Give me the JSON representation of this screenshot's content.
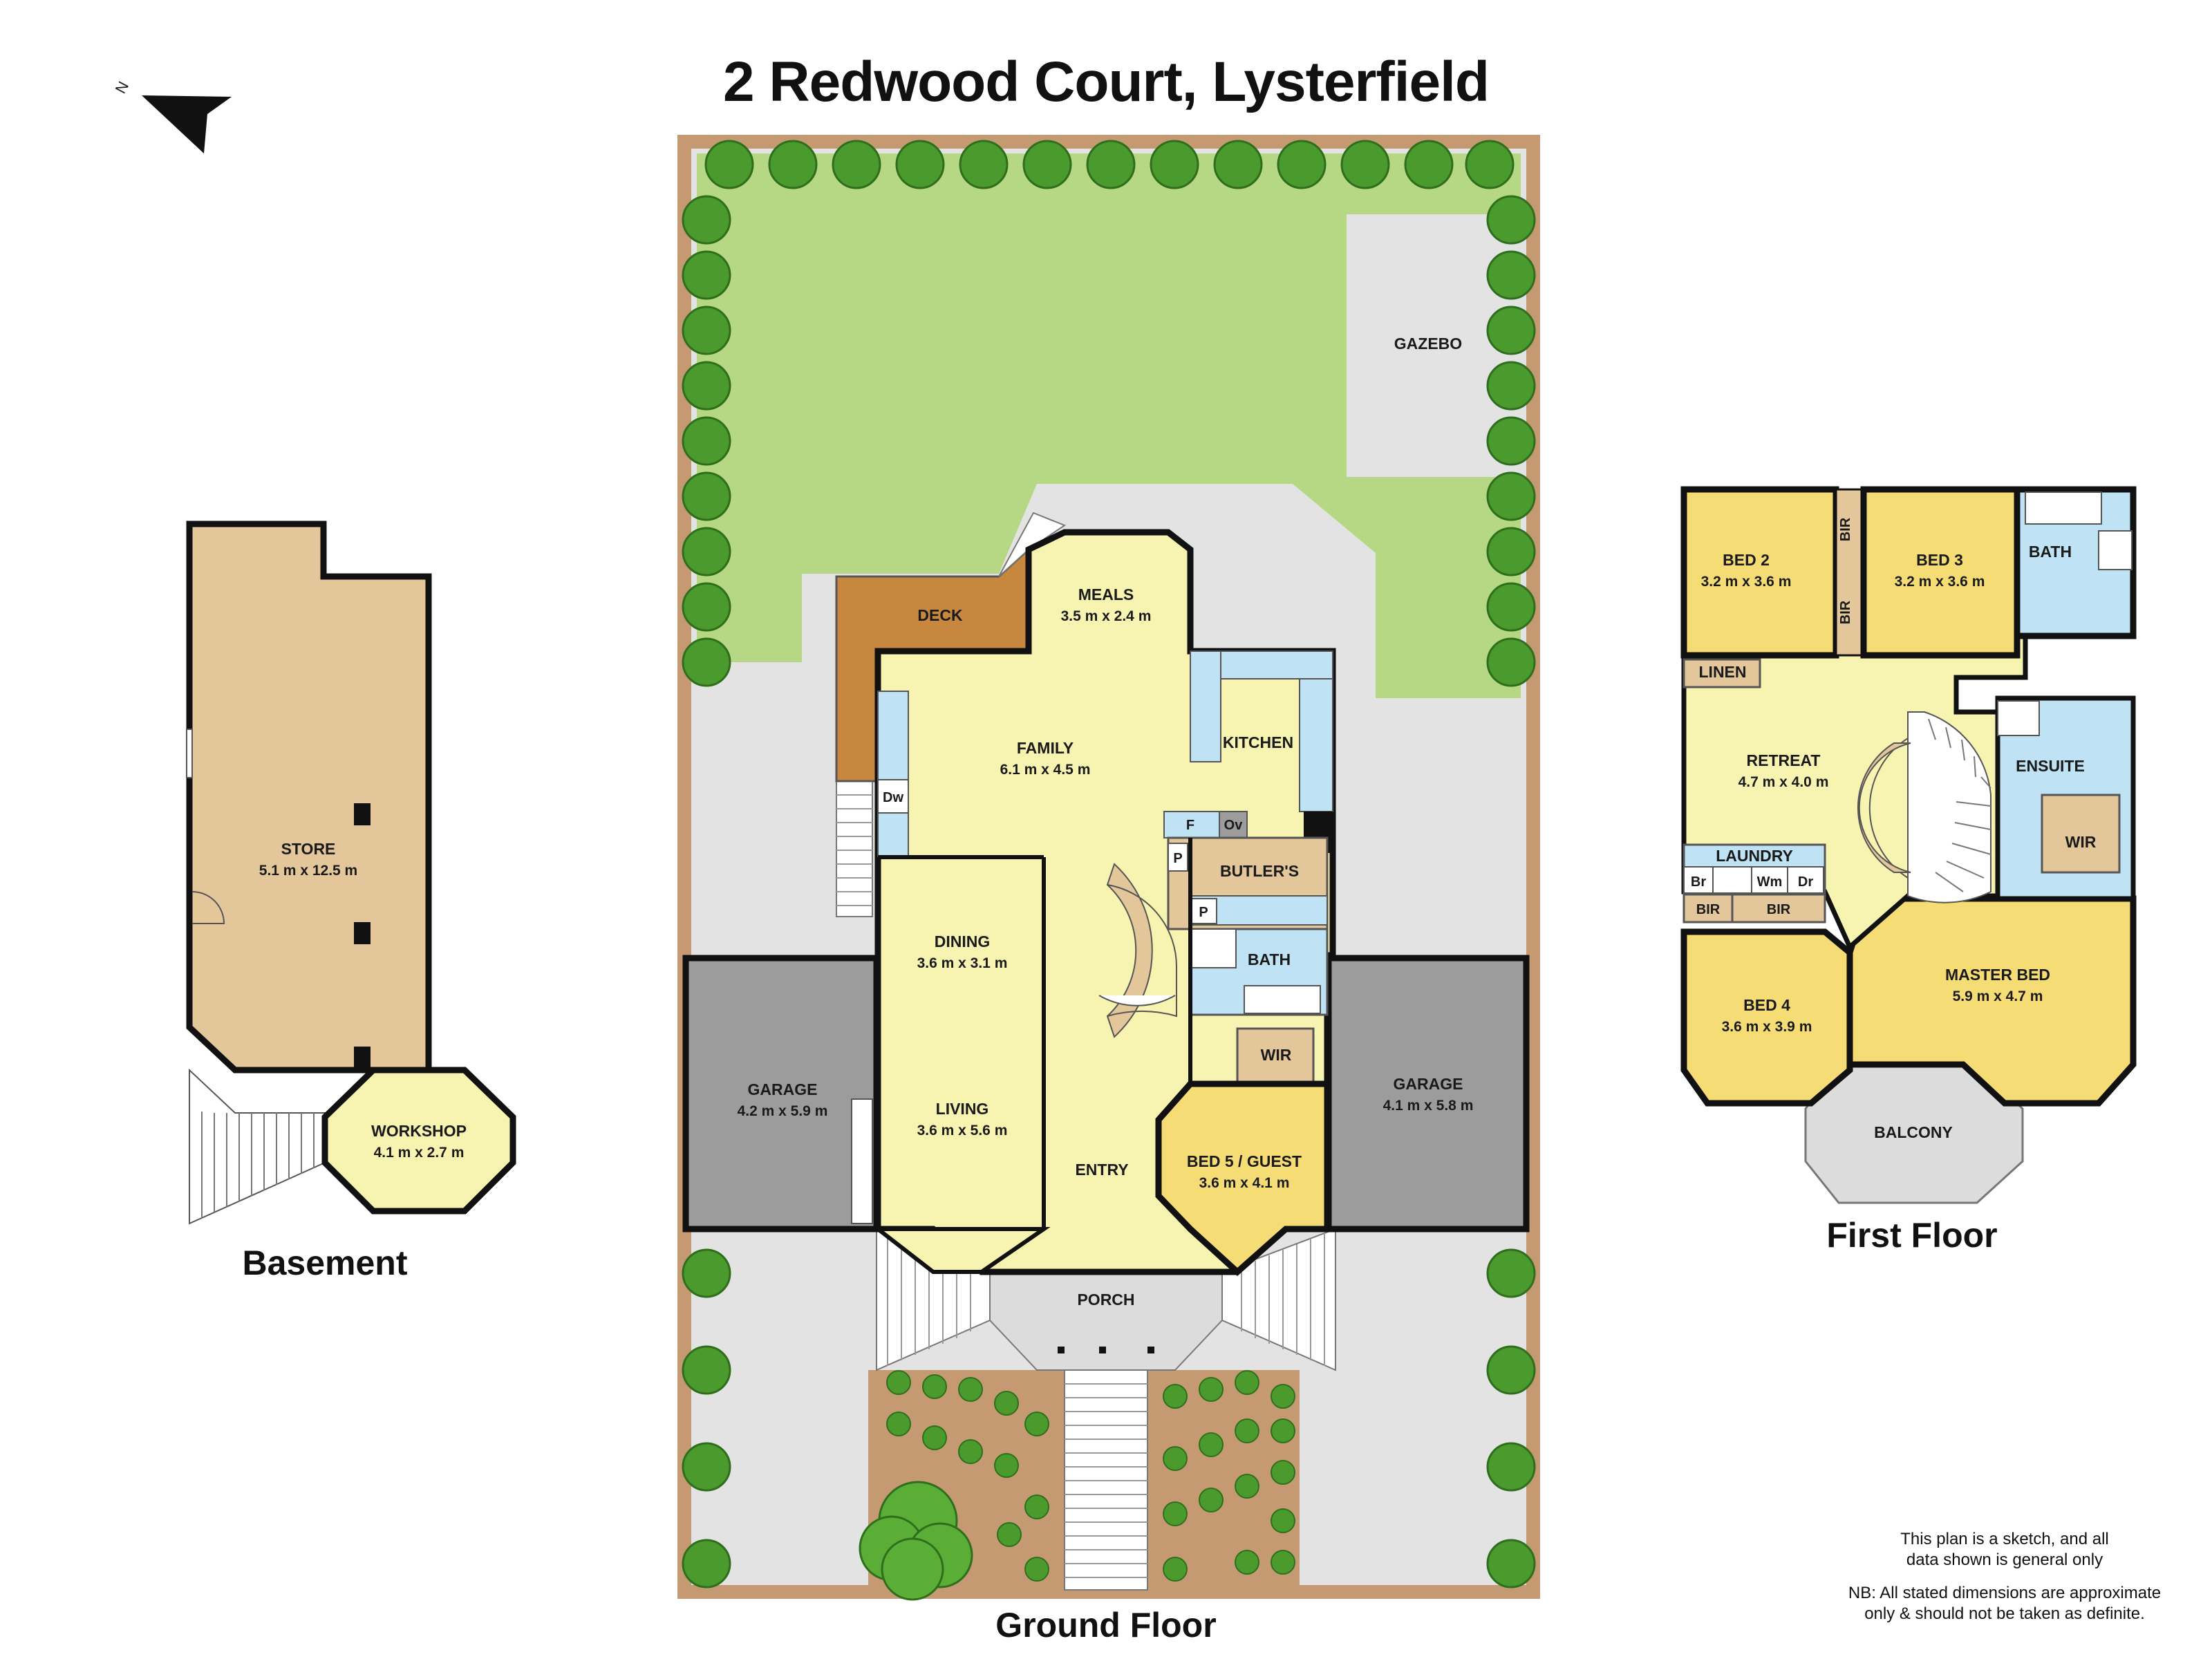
{
  "title": "2 Redwood Court, Lysterfield",
  "compass": {
    "label": "N"
  },
  "floors": {
    "basement": "Basement",
    "ground": "Ground Floor",
    "first": "First Floor"
  },
  "rooms": {
    "store": {
      "name": "STORE",
      "dim": "5.1 m x 12.5 m"
    },
    "workshop": {
      "name": "WORKSHOP",
      "dim": "4.1 m x 2.7 m"
    },
    "gazebo": {
      "name": "GAZEBO"
    },
    "deck": {
      "name": "DECK"
    },
    "meals": {
      "name": "MEALS",
      "dim": "3.5 m x 2.4 m"
    },
    "family": {
      "name": "FAMILY",
      "dim": "6.1 m x 4.5 m"
    },
    "kitchen": {
      "name": "KITCHEN"
    },
    "butlers": {
      "name": "BUTLER'S"
    },
    "bath_ground": {
      "name": "BATH"
    },
    "wir_ground": {
      "name": "WIR"
    },
    "dining": {
      "name": "DINING",
      "dim": "3.6 m x 3.1 m"
    },
    "living": {
      "name": "LIVING",
      "dim": "3.6 m x 5.6 m"
    },
    "entry": {
      "name": "ENTRY"
    },
    "bed5": {
      "name": "BED 5 / GUEST",
      "dim": "3.6 m x 4.1 m"
    },
    "garage_left": {
      "name": "GARAGE",
      "dim": "4.2 m x 5.9 m"
    },
    "garage_right": {
      "name": "GARAGE",
      "dim": "4.1 m x 5.8 m"
    },
    "porch": {
      "name": "PORCH"
    },
    "bed2": {
      "name": "BED 2",
      "dim": "3.2 m x 3.6 m"
    },
    "bed3": {
      "name": "BED 3",
      "dim": "3.2 m x 3.6 m"
    },
    "bath_first": {
      "name": "BATH"
    },
    "linen": {
      "name": "LINEN"
    },
    "retreat": {
      "name": "RETREAT",
      "dim": "4.7 m x 4.0 m"
    },
    "ensuite": {
      "name": "ENSUITE"
    },
    "wir_first": {
      "name": "WIR"
    },
    "laundry": {
      "name": "LAUNDRY"
    },
    "bed4": {
      "name": "BED 4",
      "dim": "3.6 m x 3.9 m"
    },
    "master": {
      "name": "MASTER BED",
      "dim": "5.9 m x 4.7 m"
    },
    "balcony": {
      "name": "BALCONY"
    }
  },
  "fixtures": {
    "dw": "Dw",
    "f": "F",
    "ov": "Ov",
    "p": "P",
    "bir": "BIR",
    "br": "Br",
    "wm": "Wm",
    "dr": "Dr"
  },
  "disclaimer": {
    "line1": "This plan is a sketch, and all",
    "line2": "data shown is general only",
    "line3": "NB: All stated dimensions are approximate",
    "line4": "only & should not be taken as definite."
  },
  "colors": {
    "store": "#e3c79b",
    "workshop": "#f7f3b0",
    "living": "#f7f3b0",
    "bedroom": "#f5dc74",
    "wet": "#bfe3f4",
    "garage": "#9c9c9c",
    "paving": "#e3e3e3",
    "lawn": "#b6d885",
    "deck": "#c8873f",
    "garden_bed": "#c59a72",
    "hedge": "#4a9a2e"
  }
}
